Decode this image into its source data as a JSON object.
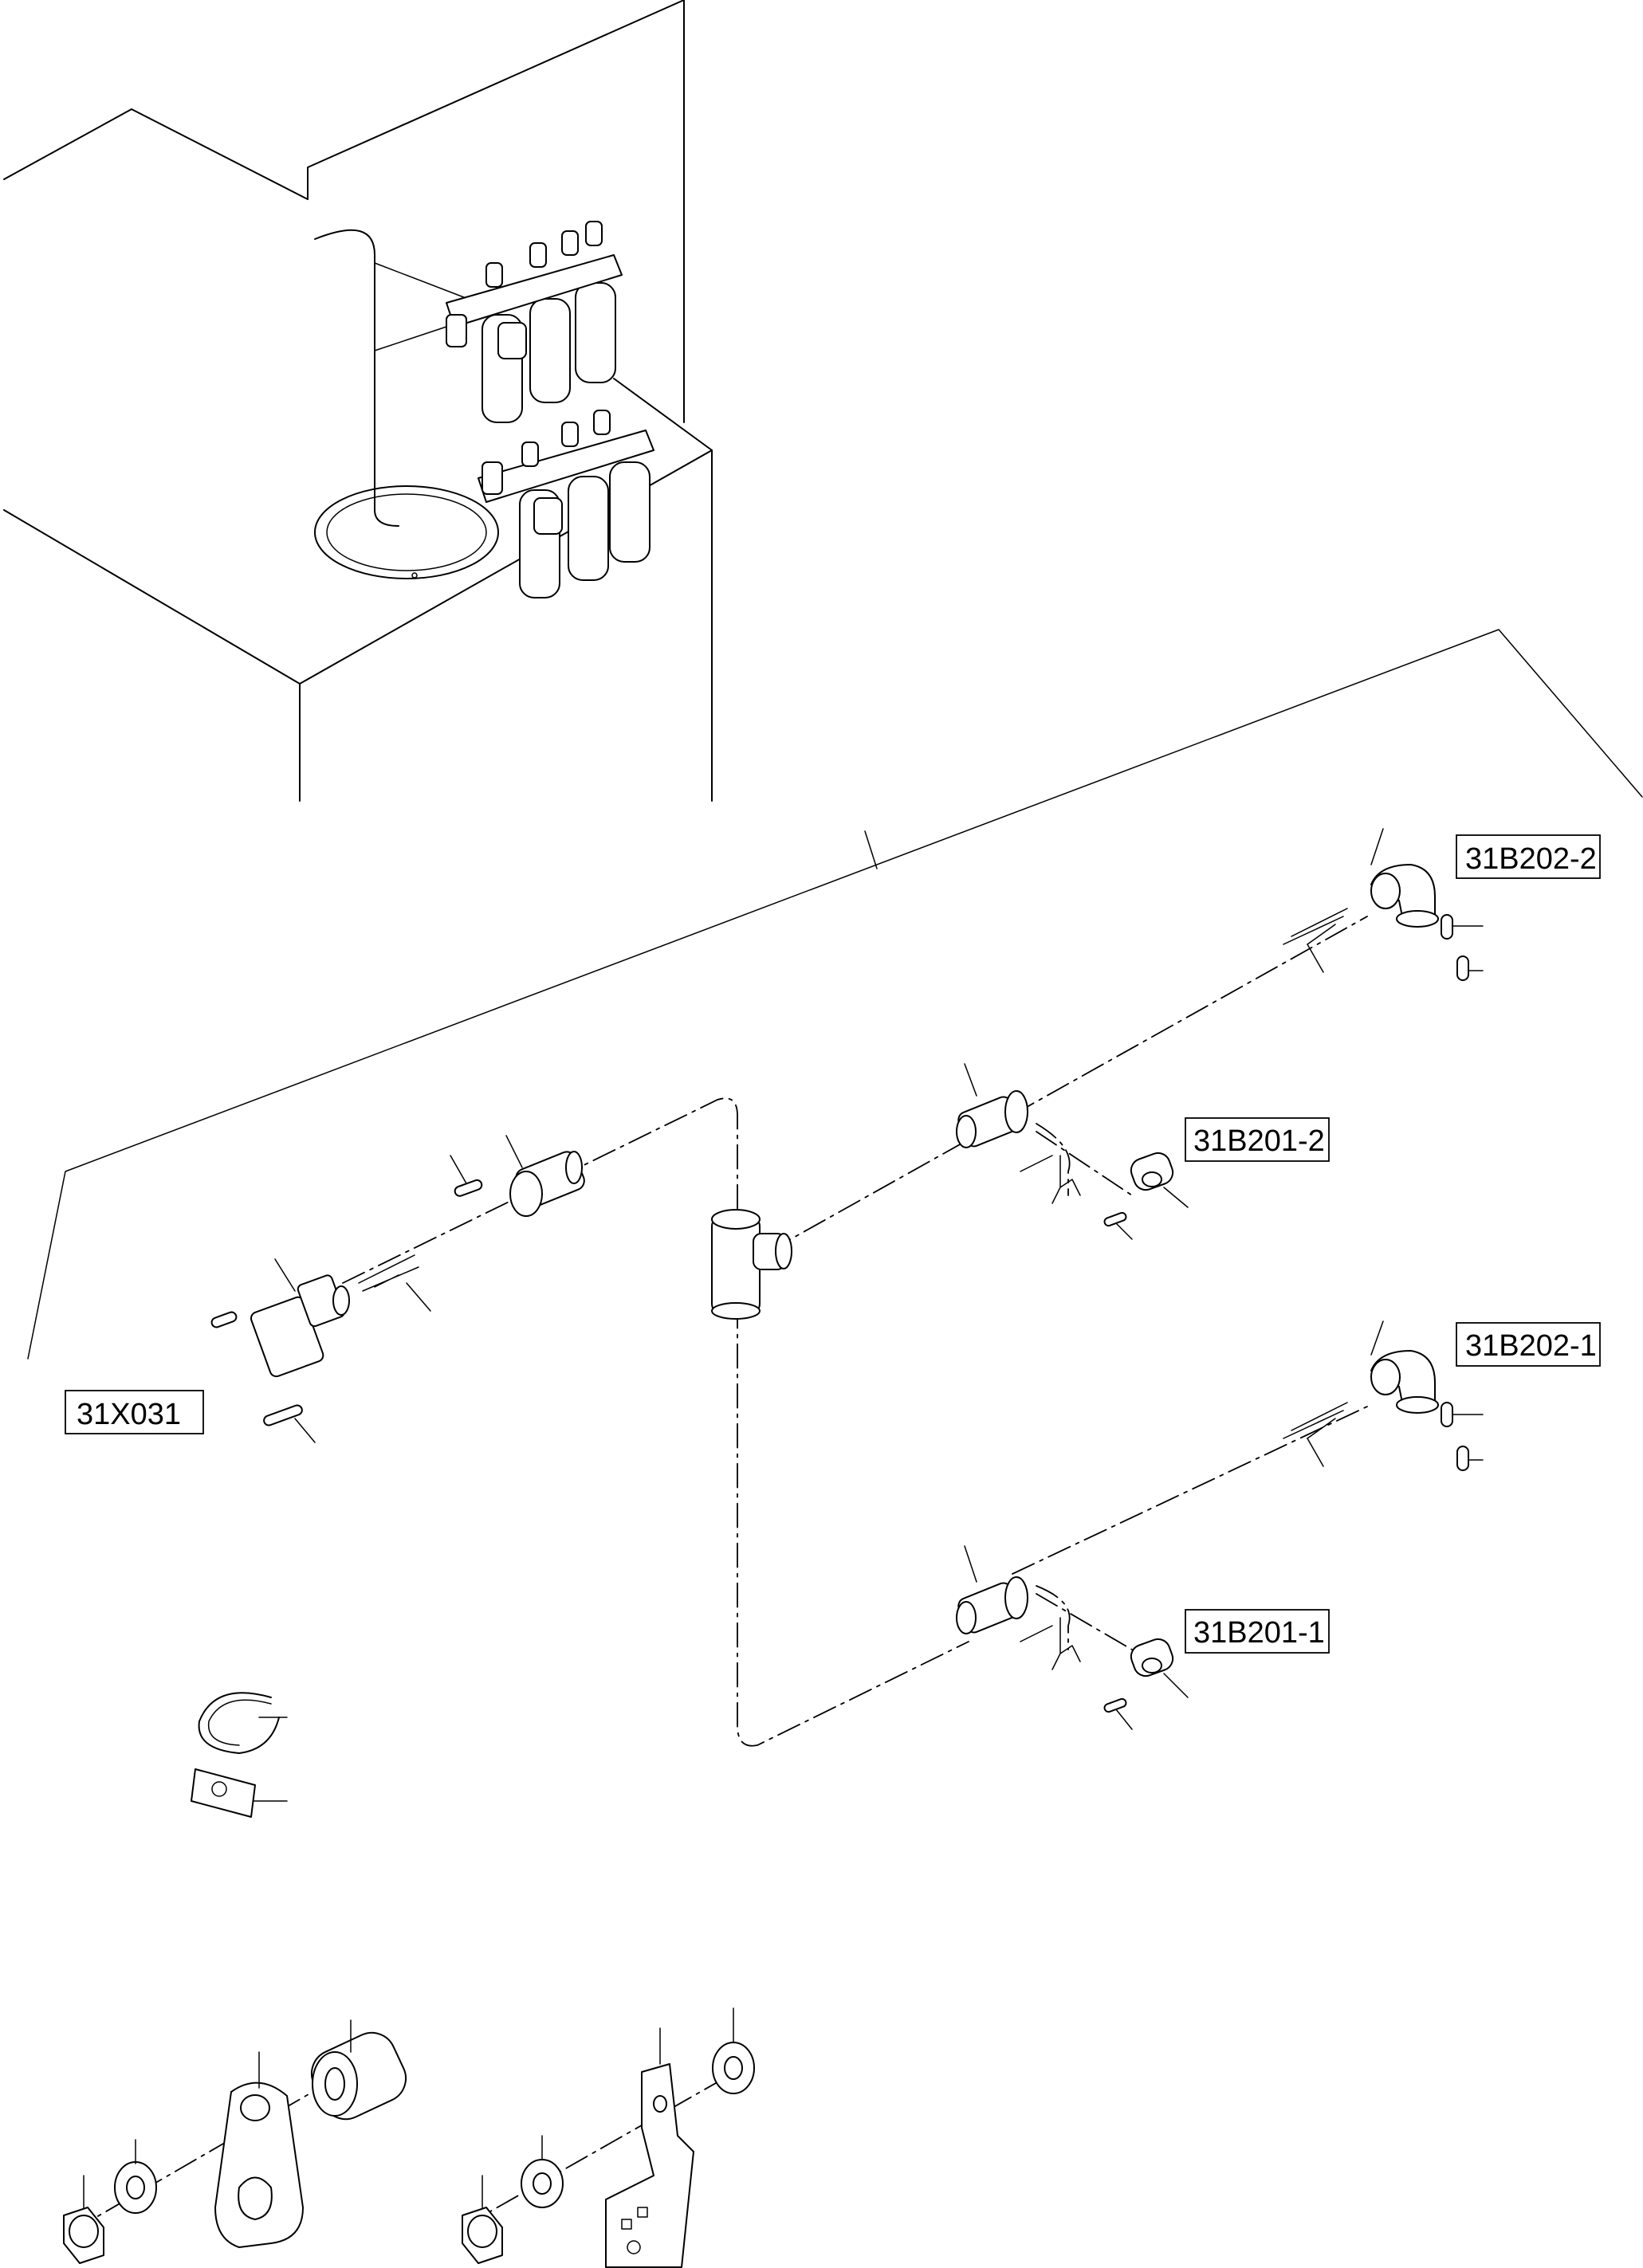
{
  "labels": {
    "b202_2": "31B202-2",
    "b201_2": "31B201-2",
    "b202_1": "31B202-1",
    "b201_1": "31B201-1",
    "x031": "31X031"
  }
}
